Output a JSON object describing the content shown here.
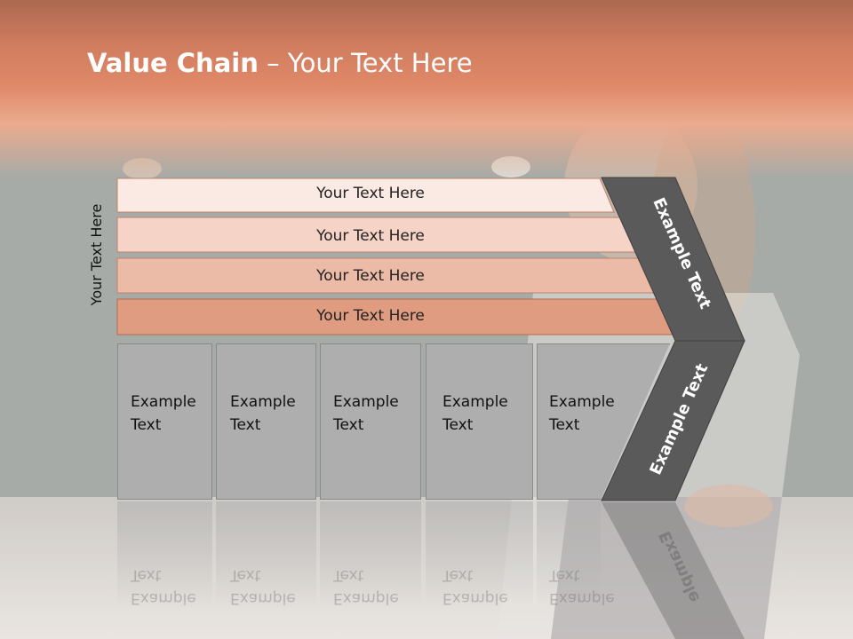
{
  "title": {
    "bold": "Value Chain",
    "rest": " – Your Text Here"
  },
  "y_label": "Your Text Here",
  "bars": [
    {
      "label": "Your Text Here",
      "color": "#fbe9e4"
    },
    {
      "label": "Your Text Here",
      "color": "#f5d3c6"
    },
    {
      "label": "Your Text Here",
      "color": "#ecbba8"
    },
    {
      "label": "Your Text Here",
      "color": "#e09c80"
    }
  ],
  "cells": [
    {
      "text": "Example\nText"
    },
    {
      "text": "Example\nText"
    },
    {
      "text": "Example\nText"
    },
    {
      "text": "Example\nText"
    },
    {
      "text": "Example\nText"
    }
  ],
  "chevron": {
    "upper_label": "Example Text",
    "lower_label": "Example Text",
    "color": "#5a5a5a"
  },
  "reflection": {
    "chevron_label": "Example"
  },
  "colors": {
    "header": "#d4734a",
    "board": "#8f9590"
  }
}
